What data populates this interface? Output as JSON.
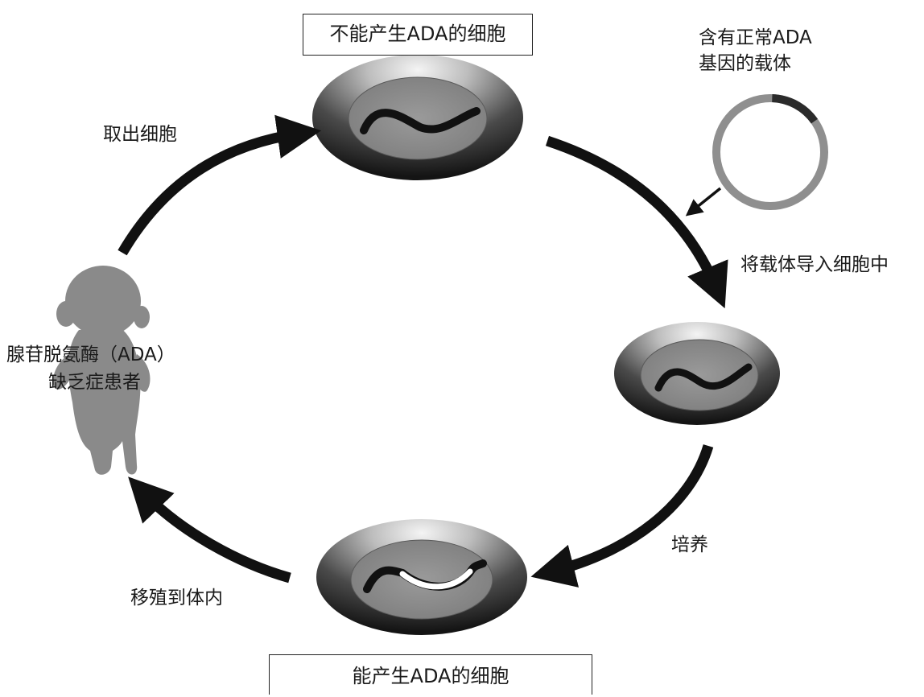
{
  "labels": {
    "top_box": "不能产生ADA的细胞",
    "bottom_box": "能产生ADA的细胞",
    "vector_line1": "含有正常ADA",
    "vector_line2": "基因的载体",
    "take_cells": "取出细胞",
    "introduce_vector": "将载体导入细胞中",
    "culture": "培养",
    "transplant": "移殖到体内",
    "patient_line1": "腺苷脱氨酶（ADA）",
    "patient_line2": "缺乏症患者"
  },
  "colors": {
    "arrow": "#111111",
    "cell_outer_dark": "#1c1c1c",
    "cell_outer_light": "#f2f2f2",
    "nucleus_fill": "#8c8c8c",
    "gene_normal": "#111111",
    "gene_inserted": "#ffffff",
    "plasmid_ring": "#9a9a9a",
    "plasmid_segment": "#333333",
    "patient_silhouette": "#8a8a8a"
  },
  "icons": {
    "patient": "baby-silhouette-icon",
    "vector": "plasmid-ring-icon"
  }
}
